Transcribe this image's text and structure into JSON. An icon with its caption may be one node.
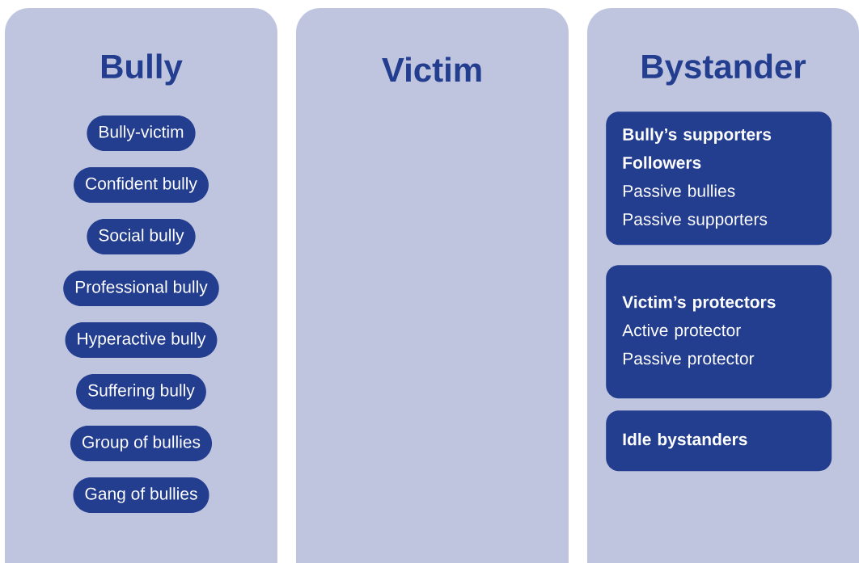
{
  "diagram": {
    "nodes": [
      {
        "text": [
          "Bully"
        ]
      },
      {
        "text": [
          "Bully-victim"
        ],
        "in": 0
      },
      {
        "text": [
          "Confident bully"
        ],
        "in": 0
      },
      {
        "text": [
          "Social bully"
        ],
        "in": 0
      },
      {
        "text": [
          "Professional bully"
        ],
        "in": 0
      },
      {
        "text": [
          "Hyperactive bully"
        ],
        "in": 0
      },
      {
        "text": [
          "Suffering bully"
        ],
        "in": 0
      },
      {
        "text": [
          "Group of bullies"
        ],
        "in": 0
      },
      {
        "text": [
          "Gang of bullies"
        ],
        "in": 0
      },
      {
        "text": [
          "Victim"
        ]
      },
      {
        "text": [
          "Bystander"
        ]
      },
      {
        "text": [
          "**Bully’s supporters**",
          "**Followers**",
          "Passive bullies",
          "Passive supporters"
        ],
        "in": 10
      },
      {
        "text": [
          "**Victim’s protectors**",
          "Active protector",
          "Passive protector"
        ],
        "in": 10
      },
      {
        "text": [
          "**Idle bystanders**"
        ],
        "in": 10
      }
    ]
  }
}
